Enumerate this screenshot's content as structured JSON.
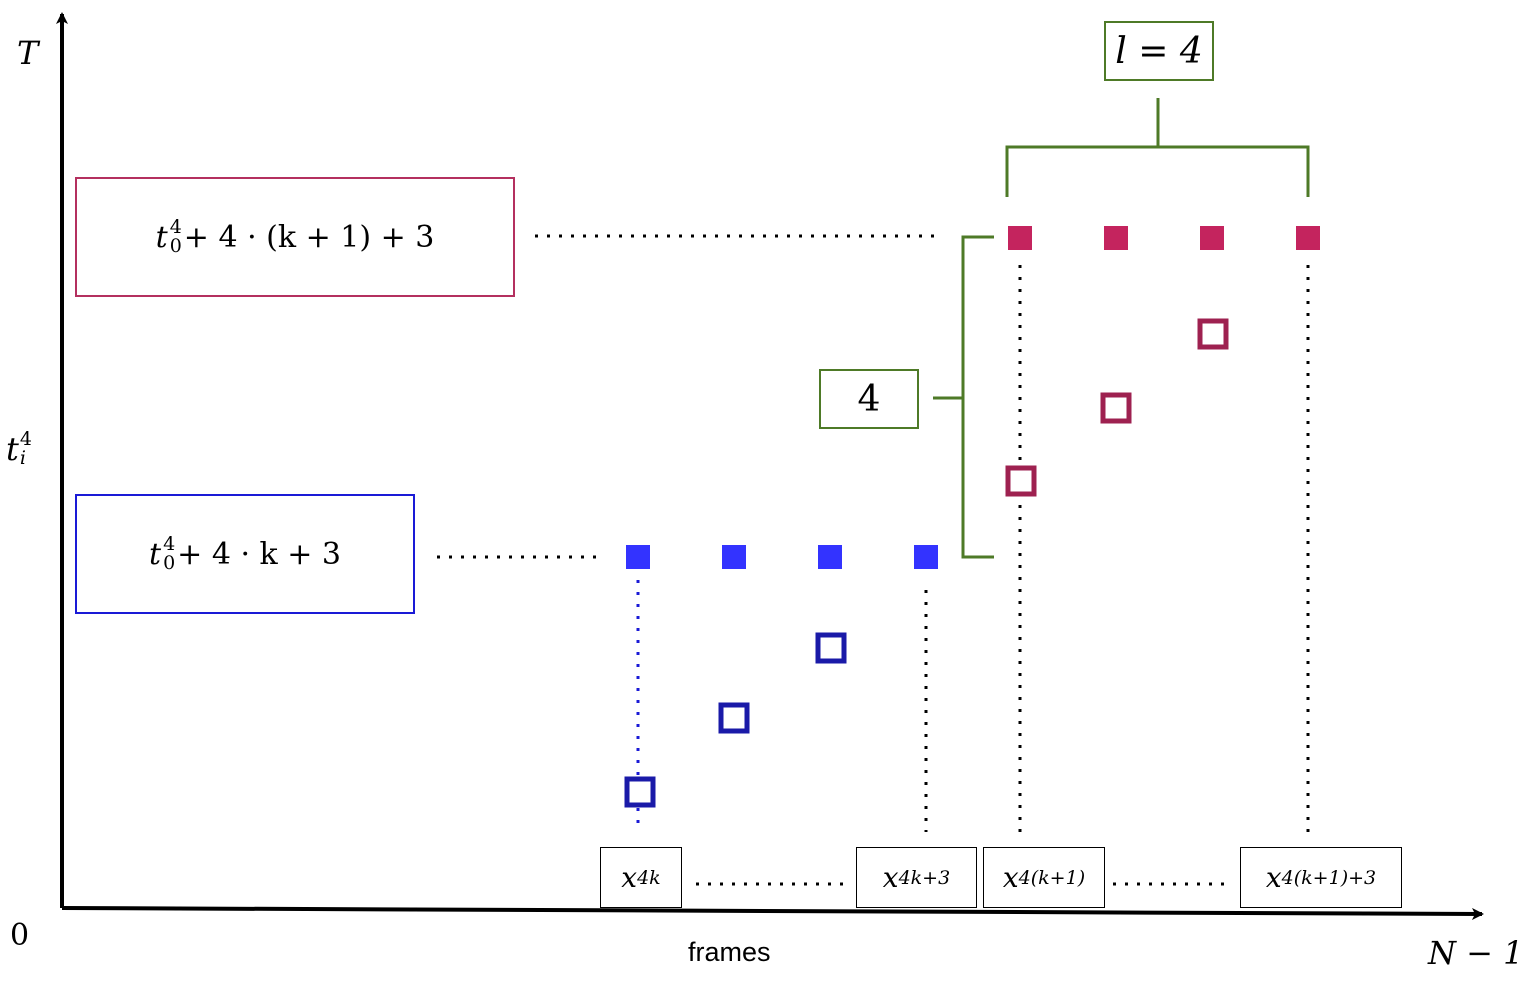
{
  "axes": {
    "y_top_label": "T",
    "y_mid_label": "t",
    "y_mid_sup": "4",
    "y_mid_sub": "i",
    "origin_label": "0",
    "x_label": "frames",
    "x_end_label": "N − 1"
  },
  "formulas": {
    "upper": {
      "base": "t",
      "sup": "4",
      "sub": "0",
      "rest": " + 4 · (k + 1) + 3",
      "color": "#b4305f"
    },
    "lower": {
      "base": "t",
      "sup": "4",
      "sub": "0",
      "rest": " + 4 · k + 3",
      "color": "#1a1ad6"
    }
  },
  "brackets": {
    "l_label": "l = 4",
    "height_label": "4",
    "color": "#4e7a27"
  },
  "frames": [
    {
      "base": "x",
      "sub": "4k"
    },
    {
      "base": "x",
      "sub": "4k+3"
    },
    {
      "base": "x",
      "sub": "4(k+1)"
    },
    {
      "base": "x",
      "sub": "4(k+1)+3"
    }
  ],
  "colors": {
    "blue_fill": "#3333ff",
    "blue_outline": "#1a1aa8",
    "red_fill": "#c4245e",
    "red_outline": "#9e2150"
  }
}
